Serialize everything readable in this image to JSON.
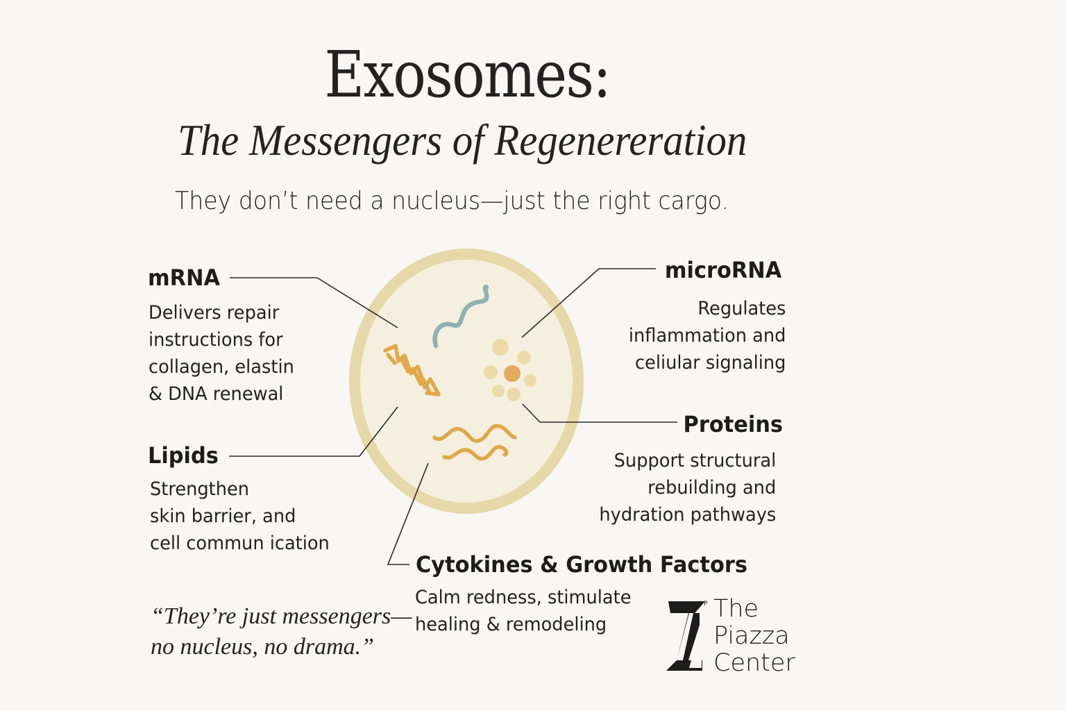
{
  "header": {
    "title": "Exosomes:",
    "subtitle": "The Messengers of Regenereration",
    "tagline": "They don’t need a nucleus—just the right cargo."
  },
  "cargo": {
    "mrna": {
      "label": "mRNA",
      "description": "Delivers repair\ninstructions for\ncollagen, elastin\n& DNA renewal",
      "icon": "dna-double-helix-icon"
    },
    "microrna": {
      "label": "microRNA",
      "description": "Regulates\ninflammation and\nceliular signaling",
      "icon": "rna-strand-icon"
    },
    "proteins": {
      "label": "Proteins",
      "description": "Support structural\nrebuilding and\nhydration pathways",
      "icon": "protein-cluster-icon"
    },
    "lipids": {
      "label": "Lipids",
      "description": "Strengthen\nskin barrier, and\ncell commun ication",
      "icon": "lipid-wave-icon"
    },
    "cytokines": {
      "label": "Cytokines & Growth Factors",
      "description": "Calm redness, stimulate\nhealing & remodeling"
    }
  },
  "quote": "“They’re just messengers—\nno nucleus, no drama.”",
  "brand": {
    "name": "The\nPiazza\nCenter",
    "mark": "Z",
    "superscript": "P"
  },
  "colors": {
    "background": "#f8f7f3",
    "membrane": "#e6d8a8",
    "vesicle_fill": "#f5efe0",
    "gold": "#e0a84a",
    "teal": "#8fb3b0",
    "protein_light": "#ecdba8",
    "protein_core": "#e3ab5c",
    "line": "#2a2a2a"
  }
}
